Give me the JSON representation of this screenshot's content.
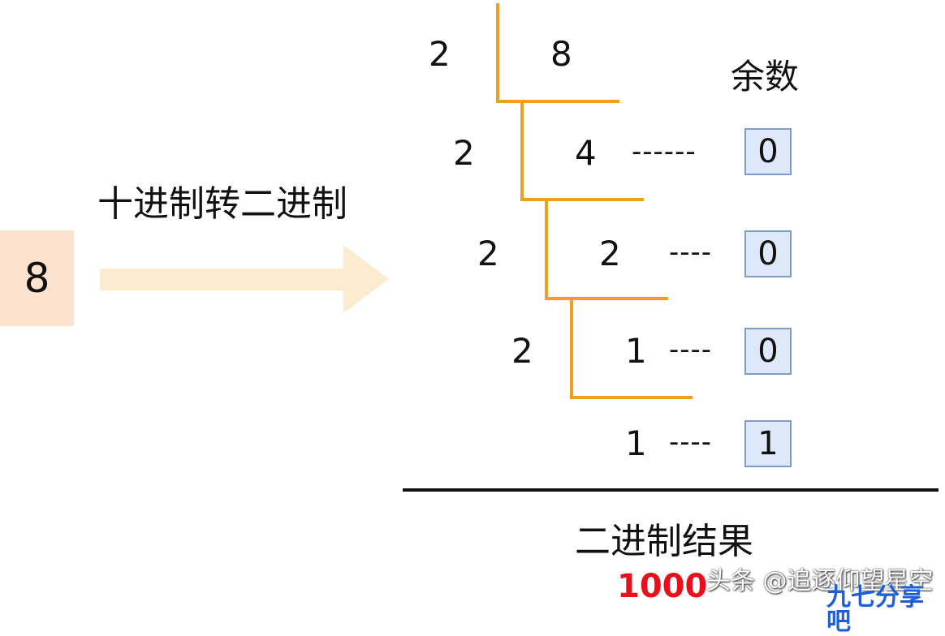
{
  "title": "十进制转二进制",
  "input_value": "8",
  "remainder_header": "余数",
  "steps": [
    {
      "divisor": "2",
      "quotient": "8"
    },
    {
      "divisor": "2",
      "quotient": "4",
      "dashes": "------",
      "remainder": "0"
    },
    {
      "divisor": "2",
      "quotient": "2",
      "dashes": "----",
      "remainder": "0"
    },
    {
      "divisor": "2",
      "quotient": "1",
      "dashes": "----",
      "remainder": "0"
    }
  ],
  "final": {
    "quotient": "1",
    "dashes": "----",
    "remainder": "1"
  },
  "result_label": "二进制结果",
  "result_value": "1000",
  "watermark": "头条 @追逐仰望星空",
  "site_mark": "九七分享吧",
  "colors": {
    "bracket": "#f0a020",
    "arrow": "#fdebcf",
    "input_box": "#fbe3cf",
    "remainder_box_fill": "#dde8fb",
    "remainder_box_border": "#7f9bc9",
    "result_value": "#e8101a",
    "site_mark": "#1d5fd6"
  }
}
